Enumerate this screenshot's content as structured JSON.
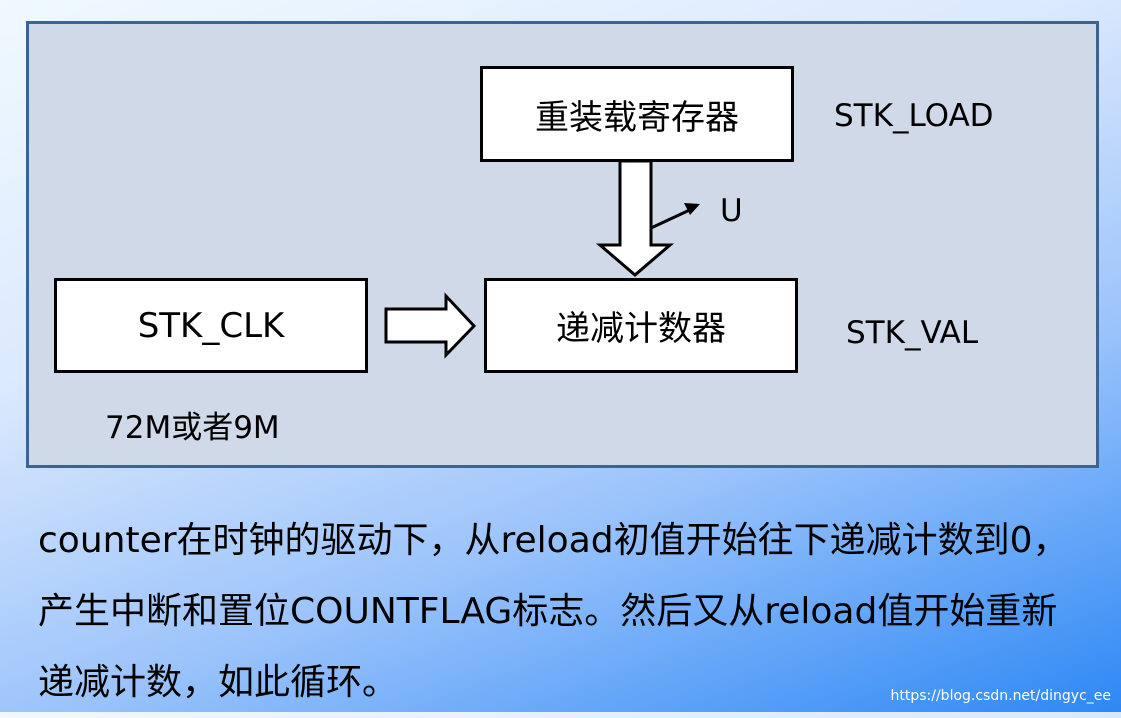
{
  "diagram": {
    "reload_register": "重装载寄存器",
    "reload_register_name": "STK_LOAD",
    "clock_box": "STK_CLK",
    "clock_freq": "72M或者9M",
    "counter_box": "递减计数器",
    "counter_name": "STK_VAL",
    "arrow_label": "U"
  },
  "description": "counter在时钟的驱动下，从reload初值开始往下递减计数到0，产生中断和置位COUNTFLAG标志。然后又从reload值开始重新递减计数，如此循环。",
  "watermark": "https://blog.csdn.net/dingyc_ee"
}
